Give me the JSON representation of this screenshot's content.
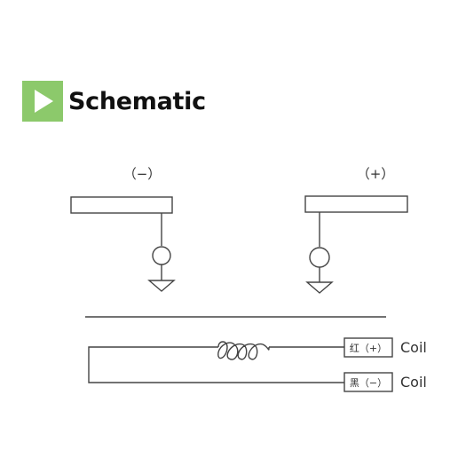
{
  "header": {
    "title": "Schematic",
    "badge_color": "#8cc96b",
    "icon": "play-triangle-icon"
  },
  "electrodes": {
    "negative": {
      "polarity": "（−）"
    },
    "positive": {
      "polarity": "（+）"
    }
  },
  "coil_circuit": {
    "red_tag": "红（+）",
    "black_tag": "黑（−）",
    "red_label": "Coil",
    "black_label": "Coil",
    "turns": 4
  },
  "colors": {
    "line": "#444444",
    "badge": "#8cc96b"
  }
}
